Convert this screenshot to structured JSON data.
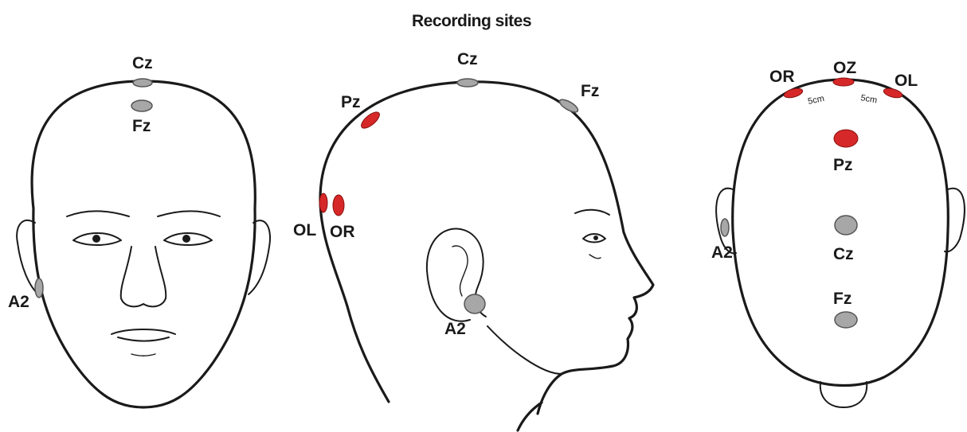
{
  "title": "Recording sites",
  "colors": {
    "active": "#d62828",
    "reference": "#a7a7a7",
    "outline": "#1a1a1a"
  },
  "front_view": {
    "labels": {
      "cz": "Cz",
      "fz": "Fz",
      "a2": "A2"
    }
  },
  "side_view": {
    "labels": {
      "cz": "Cz",
      "pz": "Pz",
      "fz": "Fz",
      "ol": "OL",
      "or": "OR",
      "a2": "A2"
    }
  },
  "top_view": {
    "labels": {
      "or": "OR",
      "oz": "OZ",
      "ol": "OL",
      "pz": "Pz",
      "cz": "Cz",
      "fz": "Fz",
      "a2": "A2"
    },
    "distances": {
      "left": "5cm",
      "right": "5cm"
    }
  }
}
